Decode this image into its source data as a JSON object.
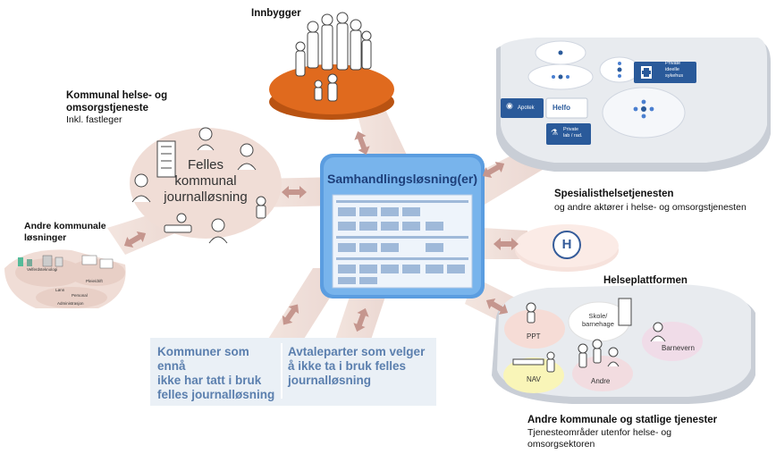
{
  "center": {
    "title": "Samhandlingsløsning(er)"
  },
  "innbygger": {
    "title": "Innbygger"
  },
  "kommunal": {
    "title_line1": "Kommunal helse- og",
    "title_line2": "omsorgstjeneste",
    "subtitle": "Inkl. fastleger",
    "journal_line1": "Felles",
    "journal_line2": "kommunal",
    "journal_line3": "journalløsning"
  },
  "andre_kommunale": {
    "title_line1": "Andre kommunale",
    "title_line2": "løsninger",
    "items": [
      "Velferdsteknologi",
      "Pleie/drift",
      "Lønn",
      "Personal",
      "Administrasjon"
    ]
  },
  "spesialist": {
    "title": "Spesialisthelsetjenesten",
    "subtitle": "og andre aktører i helse- og omsorgstjenesten",
    "items": {
      "private_sykehus_line1": "Private",
      "private_sykehus_line2": "ideelle",
      "private_sykehus_line3": "sykehus",
      "apotek": "Apotek",
      "helfo": "Helfo",
      "private_lab_line1": "Private",
      "private_lab_line2": "lab / rad."
    }
  },
  "helseplattformen": {
    "title": "Helseplattformen",
    "logo_letter": "H"
  },
  "andre_tjenester": {
    "title": "Andre kommunale og statlige tjenester",
    "subtitle_line1": "Tjenesteområder utenfor helse- og",
    "subtitle_line2": "omsorgsektoren",
    "items": {
      "ppt": "PPT",
      "skole_line1": "Skole/",
      "skole_line2": "barnehage",
      "barnevern": "Barnevern",
      "nav": "NAV",
      "andre": "Andre"
    }
  },
  "kommuner_box": {
    "line1": "Kommuner som ennå",
    "line2": "ikke har tatt i bruk",
    "line3": "felles journalløsning"
  },
  "avtaleparter_box": {
    "line1": "Avtaleparter som velger",
    "line2": "å ikke ta i bruk felles",
    "line3": "journalløsning"
  },
  "colors": {
    "center_blue": "#78b4ec",
    "orange": "#e06a1e",
    "pink_beige": "#f0ddd6",
    "spoke": "#ead9d3",
    "box_bg": "#dbe6f1",
    "box_text": "#5b7fae",
    "hospital_blue": "#2a5a9a",
    "helseplattform_blue": "#355c9a",
    "arrow": "#c5968e"
  }
}
